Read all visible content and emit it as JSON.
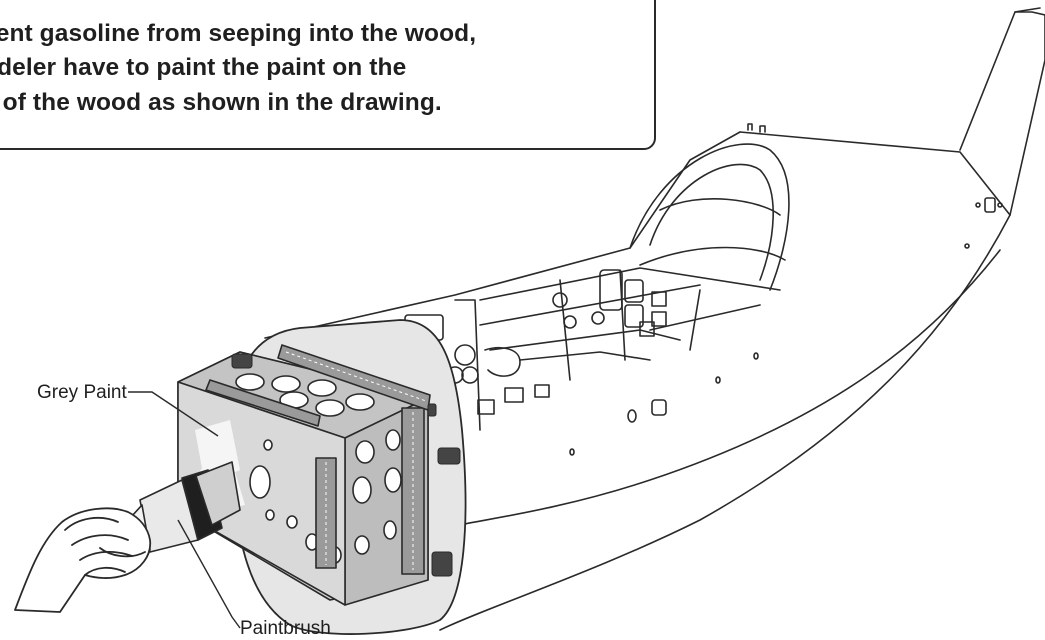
{
  "callout": {
    "line1": "vent gasoline from seeping into the wood,",
    "line2": "odeler have to paint the paint on the",
    "line3": "e of the wood as shown in the drawing."
  },
  "labels": {
    "grey_paint": "Grey Paint",
    "paintbrush": "Paintbrush"
  },
  "colors": {
    "outline": "#2a2a2a",
    "grey_paint_fill": "#d0d0d0",
    "firewall_fill": "#e8e8e8",
    "grommet": "#444444"
  }
}
